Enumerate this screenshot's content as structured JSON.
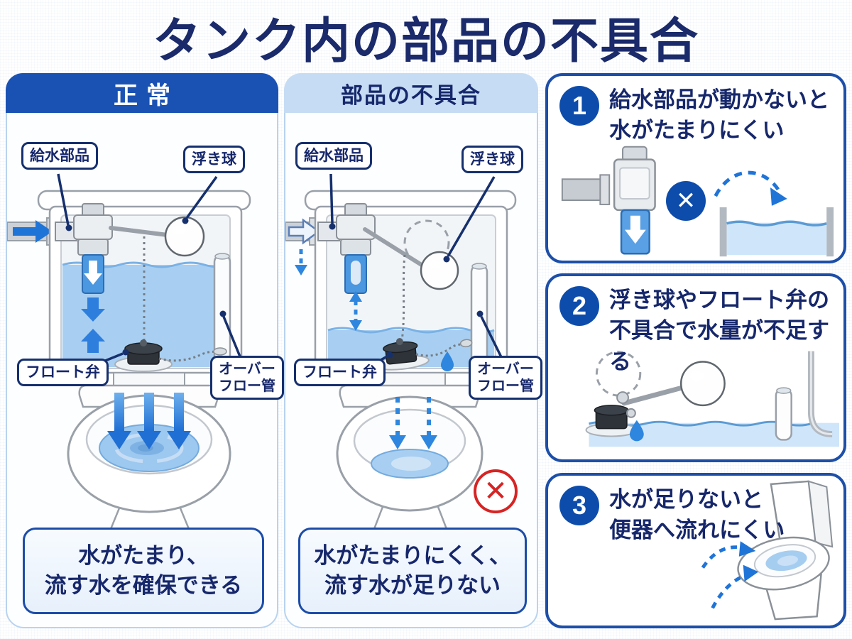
{
  "title": "タンク内の部品の不具合",
  "panels": {
    "normal": {
      "header": "正常",
      "labels": {
        "supply": "給水部品",
        "float_ball": "浮き球",
        "float_valve": "フロート弁",
        "overflow_line1": "オーバー",
        "overflow_line2": "フロー管"
      },
      "caption_line1": "水がたまり、",
      "caption_line2": "流す水を確保できる"
    },
    "fault": {
      "header": "部品の不具合",
      "labels": {
        "supply": "給水部品",
        "float_ball": "浮き球",
        "float_valve": "フロート弁",
        "overflow_line1": "オーバー",
        "overflow_line2": "フロー管"
      },
      "caption_line1": "水がたまりにくく、",
      "caption_line2": "流す水が足りない",
      "fail_mark": "✕"
    }
  },
  "steps": [
    {
      "number": "1",
      "line1": "給水部品が動かないと",
      "line2": "水がたまりにくい"
    },
    {
      "number": "2",
      "line1": "浮き球やフロート弁の",
      "line2": "不具合で水量が不足する"
    },
    {
      "number": "3",
      "line1": "水が足りないと",
      "line2": "便器へ流れにくい"
    }
  ],
  "icons": {
    "cross_glyph": "✕",
    "fail_badge": "red-circled-cross",
    "flow_arrows": "blue-down-arrows",
    "dashed_flow_arrows": "blue-dashed-arrows"
  },
  "colors": {
    "title_navy": "#1a2a6a",
    "header_blue": "#1a52b4",
    "header_light_blue": "#c6dcf4",
    "card_border_blue": "#1d4fa8",
    "number_circle_blue": "#0d4cab",
    "arrow_blue": "#2e7fdd",
    "water_blue": "#a8cff1",
    "fail_red": "#d62424",
    "panel_border": "#b9d3ef"
  }
}
